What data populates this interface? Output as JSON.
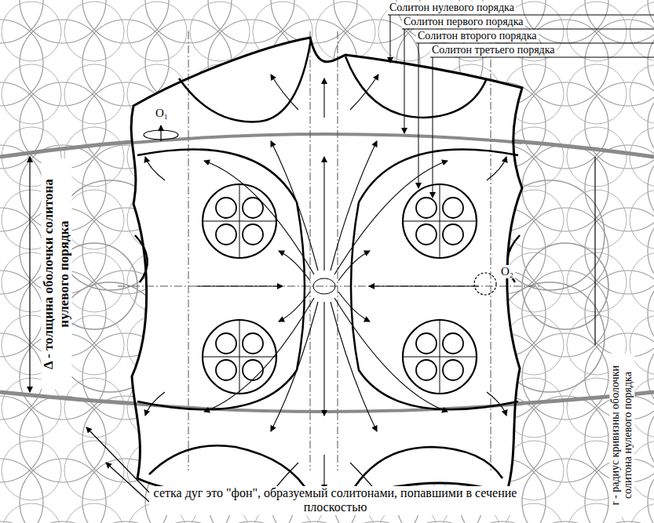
{
  "diagram": {
    "labels": [
      "Солитон нулевого порядка",
      "Солитон первого порядка",
      "Солитон второго порядка",
      "Солитон третьего порядка",
      "Δ - толщина оболочки солитона нулевого порядка",
      "r - радиус кривизны оболочки солитона нулевого порядка",
      "сетка дуг это \"фон\", образуемый солитонами, попавшими в сечение плоскостью",
      "O₁",
      "O₂"
    ]
  }
}
